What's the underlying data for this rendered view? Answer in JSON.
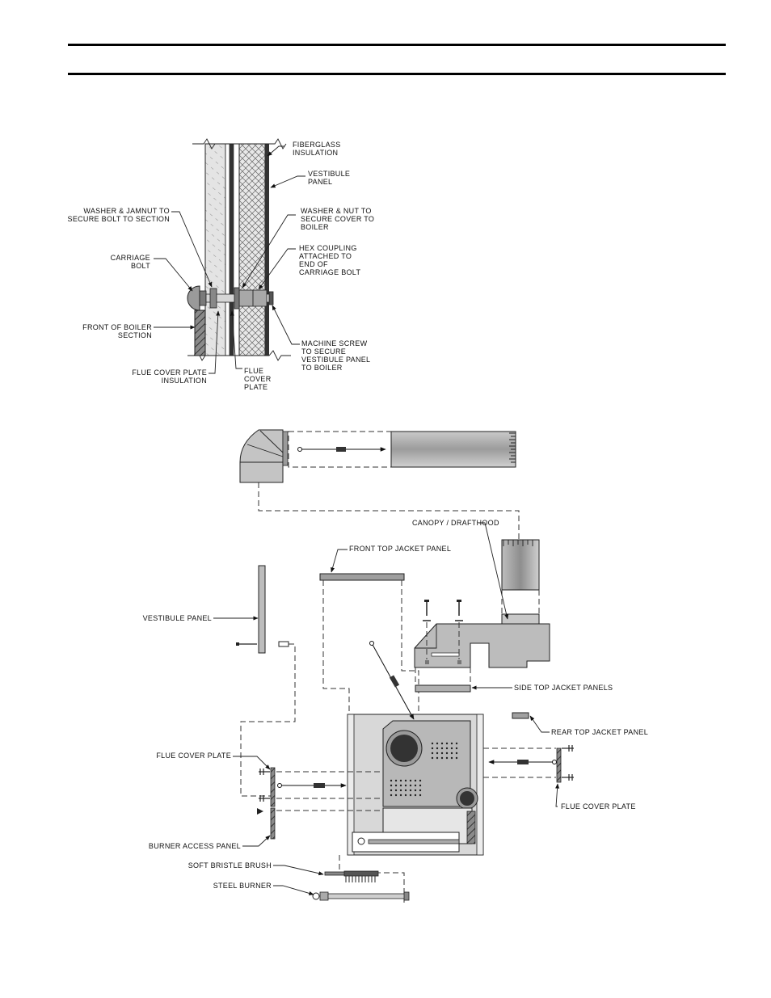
{
  "section_detail": {
    "labels": {
      "fiberglass_1": "FIBERGLASS",
      "fiberglass_2": "INSULATION",
      "vestibule_1": "VESTIBULE",
      "vestibule_2": "PANEL",
      "washer_jamnut_1": "WASHER & JAMNUT TO",
      "washer_jamnut_2": "SECURE BOLT TO SECTION",
      "washer_nut_1": "WASHER & NUT TO",
      "washer_nut_2": "SECURE COVER TO",
      "washer_nut_3": "BOILER",
      "hex_1": "HEX COUPLING",
      "hex_2": "ATTACHED TO",
      "hex_3": "END OF",
      "hex_4": "CARRIAGE BOLT",
      "carriage_1": "CARRIAGE",
      "carriage_2": "BOLT",
      "front_1": "FRONT OF BOILER",
      "front_2": "SECTION",
      "machine_1": "MACHINE SCREW",
      "machine_2": "TO SECURE",
      "machine_3": "VESTIBULE PANEL",
      "machine_4": "TO BOILER",
      "flue_ins_1": "FLUE COVER PLATE",
      "flue_ins_2": "INSULATION",
      "flue_cover_1": "FLUE",
      "flue_cover_2": "COVER",
      "flue_cover_3": "PLATE"
    }
  },
  "exploded_view": {
    "labels": {
      "canopy": "CANOPY / DRAFTHOOD",
      "front_top": "FRONT TOP JACKET PANEL",
      "vestibule": "VESTIBULE PANEL",
      "side_top": "SIDE TOP JACKET PANELS",
      "rear_top": "REAR TOP JACKET PANEL",
      "flue_left": "FLUE COVER PLATE",
      "flue_right": "FLUE COVER PLATE",
      "burner_access": "BURNER ACCESS PANEL",
      "brush": "SOFT BRISTLE BRUSH",
      "steel_burner": "STEEL BURNER"
    }
  }
}
